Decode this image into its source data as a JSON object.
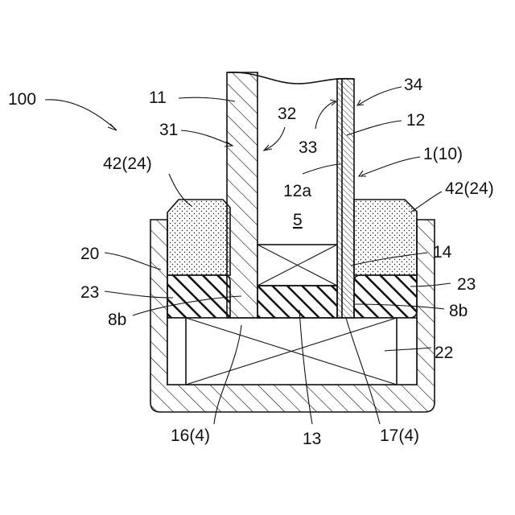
{
  "figure": {
    "labels": {
      "l100": "100",
      "l11": "11",
      "l31": "31",
      "l32": "32",
      "l33": "33",
      "l34": "34",
      "l12": "12",
      "l1_10": "1(10)",
      "l12a": "12a",
      "l5": "5",
      "l42_left": "42(24)",
      "l42_right": "42(24)",
      "l20": "20",
      "l14": "14",
      "l23_left": "23",
      "l23_right": "23",
      "l8b_left": "8b",
      "l8b_right": "8b",
      "l22": "22",
      "l16_4": "16(4)",
      "l13": "13",
      "l17_4": "17(4)"
    }
  }
}
